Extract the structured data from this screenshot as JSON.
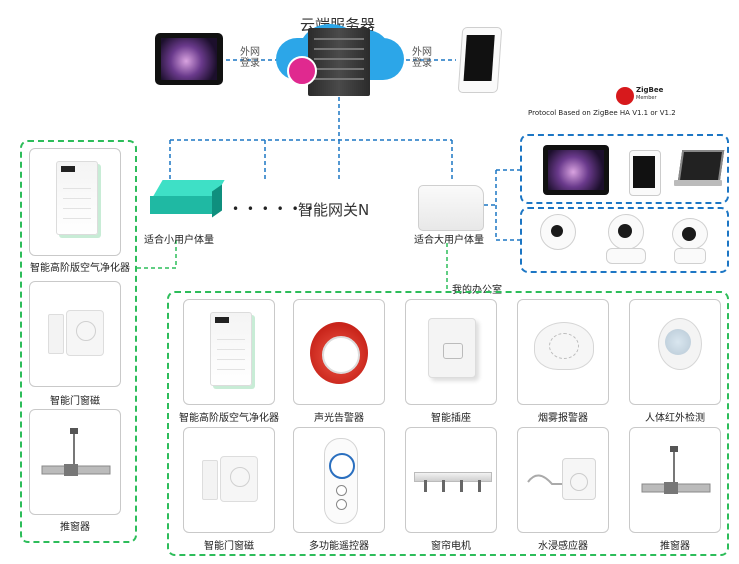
{
  "header": {
    "title": "云端服务器"
  },
  "cloud_links": {
    "left": [
      "外网",
      "登录"
    ],
    "right": [
      "外网",
      "登录"
    ]
  },
  "zigbee": {
    "logo_text": "ZigBee",
    "member": "Member",
    "protocol": "Protocol Based on ZigBee HA V1.1 or V1.2"
  },
  "gateways": {
    "small": "适合小用户体量",
    "large": "适合大用户体量",
    "n_label": "智能网关N",
    "dots": "• • • • • •"
  },
  "office": {
    "label": "我的办公室"
  },
  "left_column": [
    {
      "label": "智能高阶版空气净化器",
      "icon": "air-purifier"
    },
    {
      "label": "智能门窗磁",
      "icon": "door-window-sensor"
    },
    {
      "label": "推窗器",
      "icon": "window-pusher"
    }
  ],
  "office_devices": [
    {
      "label": "智能高阶版空气净化器",
      "icon": "air-purifier"
    },
    {
      "label": "声光告警器",
      "icon": "siren"
    },
    {
      "label": "智能插座",
      "icon": "smart-plug"
    },
    {
      "label": "烟雾报警器",
      "icon": "smoke-alarm"
    },
    {
      "label": "人体红外检测",
      "icon": "pir-sensor"
    },
    {
      "label": "智能门窗磁",
      "icon": "door-window-sensor"
    },
    {
      "label": "多功能遥控器",
      "icon": "remote-control"
    },
    {
      "label": "窗帘电机",
      "icon": "curtain-motor"
    },
    {
      "label": "水浸感应器",
      "icon": "water-leak-sensor"
    },
    {
      "label": "推窗器",
      "icon": "window-pusher"
    }
  ],
  "colors": {
    "blue_dashed": "#1c76c4",
    "green_dashed": "#2dbd5a",
    "cloud": "#2ca6e8",
    "gateway_teal": "#1fb9a3"
  }
}
